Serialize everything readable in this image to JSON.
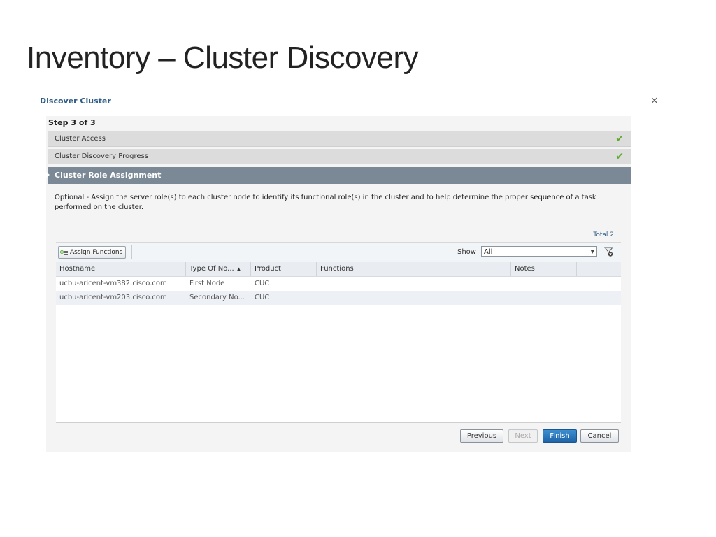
{
  "slide_title": "Inventory – Cluster Discovery",
  "dialog": {
    "title": "Discover Cluster",
    "close_label": "×"
  },
  "wizard": {
    "step_label": "Step 3 of 3",
    "steps": [
      {
        "label": "Cluster Access",
        "status": "complete"
      },
      {
        "label": "Cluster Discovery Progress",
        "status": "complete"
      },
      {
        "label": "Cluster Role Assignment",
        "status": "active"
      }
    ],
    "description": "Optional - Assign the server role(s) to each cluster node to identify its functional role(s) in the cluster and to help determine the proper sequence of a task performed on the cluster."
  },
  "table": {
    "total_label": "Total 2",
    "assign_button_label": "Assign Functions",
    "show_label": "Show",
    "show_value": "All",
    "columns": [
      "Hostname",
      "Type Of No...",
      "Product",
      "Functions",
      "Notes"
    ],
    "sort_indicator": "▲",
    "rows": [
      {
        "hostname": "ucbu-aricent-vm382.cisco.com",
        "type": "First Node",
        "product": "CUC",
        "functions": "",
        "notes": ""
      },
      {
        "hostname": "ucbu-aricent-vm203.cisco.com",
        "type": "Secondary No...",
        "product": "CUC",
        "functions": "",
        "notes": ""
      }
    ]
  },
  "buttons": {
    "previous": "Previous",
    "next": "Next",
    "finish": "Finish",
    "cancel": "Cancel"
  },
  "colors": {
    "active_step": "#7b8996",
    "check": "#5faa2c",
    "finish_button": "#1f63a8",
    "dialog_title": "#2f5c86"
  }
}
